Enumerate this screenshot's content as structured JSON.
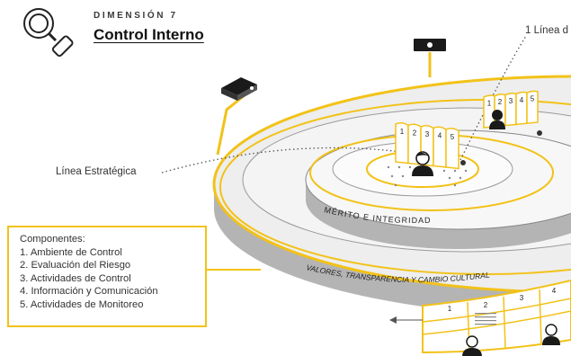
{
  "header": {
    "kicker": "DIMENSIÓN 7",
    "title": "Control Interno"
  },
  "labels": {
    "linea_estrategica": "Línea Estratégica",
    "primera_linea": "1 Línea d"
  },
  "rings": {
    "inner": "MÉRITO   E   INTEGRIDAD",
    "outer": "VALORES, TRANSPARENCIA Y CAMBIO CULTURAL"
  },
  "components": {
    "heading": "Componentes:",
    "items": [
      "1. Ambiente de Control",
      "2. Evaluación del Riesgo",
      "3. Actividades de Control",
      "4. Información y Comunicación",
      "5. Actividades de Monitoreo"
    ]
  },
  "panels": {
    "center": [
      "1",
      "2",
      "3",
      "4",
      "5"
    ],
    "right": [
      "1",
      "2",
      "3",
      "4",
      "5"
    ],
    "bottom": [
      "1",
      "2",
      "3",
      "4"
    ]
  },
  "colors": {
    "accent": "#f2c218",
    "disc_top": "#ececec",
    "disc_side": "#b4b4b4",
    "ink": "#1a1a1a"
  },
  "icons": [
    "magnifier-icon",
    "projector-icon",
    "monitor-icon",
    "person-icon"
  ]
}
